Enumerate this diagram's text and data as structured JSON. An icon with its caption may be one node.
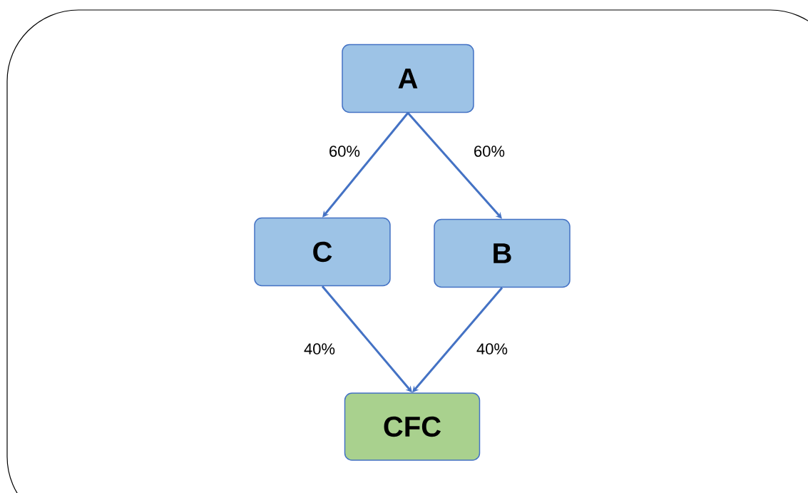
{
  "diagram": {
    "nodes": [
      {
        "text": [
          "A"
        ]
      },
      {
        "text": [
          "C"
        ]
      },
      {
        "text": [
          "B"
        ]
      },
      {
        "text": [
          "CFC"
        ]
      }
    ],
    "edges": [
      {
        "from": 0,
        "to": 1,
        "arrow": "to",
        "label": "60%"
      },
      {
        "from": 0,
        "to": 2,
        "arrow": "to",
        "label": "60%"
      },
      {
        "from": 1,
        "to": 3,
        "arrow": "to",
        "label": "40%"
      },
      {
        "from": 2,
        "to": 3,
        "arrow": "to",
        "label": "40%"
      }
    ]
  }
}
